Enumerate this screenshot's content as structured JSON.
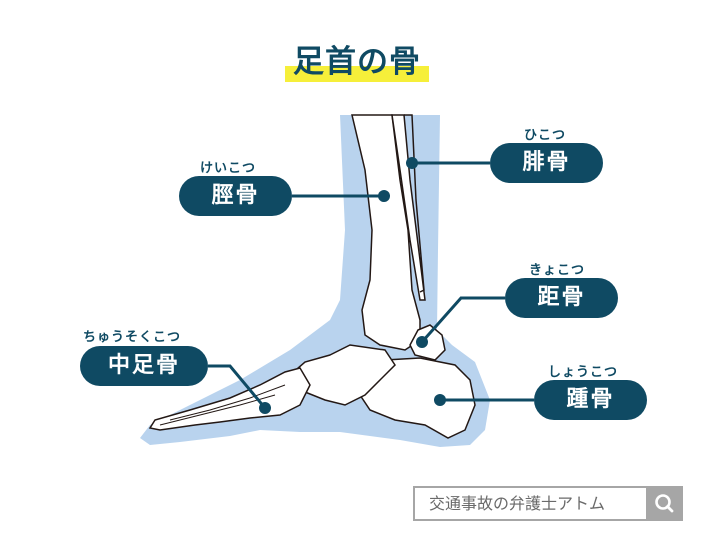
{
  "title": "足首の骨",
  "colors": {
    "navy": "#0f4a63",
    "highlight": "#f6ef3a",
    "skin": "#b9d3ee",
    "bone_outline": "#231815",
    "search_gray": "#a6a6a6"
  },
  "labels": [
    {
      "id": "tibia",
      "ruby": "けいこつ",
      "name": "脛骨"
    },
    {
      "id": "fibula",
      "ruby": "ひこつ",
      "name": "腓骨"
    },
    {
      "id": "talus",
      "ruby": "きょこつ",
      "name": "距骨"
    },
    {
      "id": "metatarsal",
      "ruby": "ちゅうそくこつ",
      "name": "中足骨"
    },
    {
      "id": "calcaneus",
      "ruby": "しょうこつ",
      "name": "踵骨"
    }
  ],
  "search": {
    "text": "交通事故の弁護士アトム",
    "icon": "search-icon"
  }
}
